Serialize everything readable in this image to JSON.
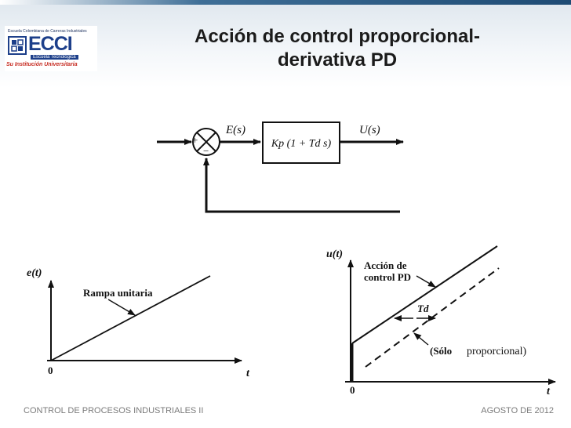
{
  "title": {
    "line1": "Acción de control proporcional-",
    "line2": "derivativa PD"
  },
  "logo": {
    "top_text": "Escuela Colombiana de Carreras Industriales",
    "name": "ECCI",
    "school": "Escuela Tecnológica",
    "tagline": "Su Institución Universitaria"
  },
  "block_diagram": {
    "error_label": "E(s)",
    "output_label": "U(s)",
    "plus_sign": "+",
    "minus_sign": "−",
    "controller_text": "Kp (1 + Td s)"
  },
  "ramp_plot": {
    "y_label": "e(t)",
    "x_label": "t",
    "origin": "0",
    "annotation": "Rampa unitaria"
  },
  "response_plot": {
    "y_label": "u(t)",
    "x_label": "t",
    "origin": "0",
    "annotation_line1": "Acción de",
    "annotation_line2": "control PD",
    "td_label": "Td",
    "prop_label_a": "(Sólo",
    "prop_label_b": "proporcional)"
  },
  "footer": {
    "left": "CONTROL DE PROCESOS INDUSTRIALES II",
    "right": "AGOSTO DE 2012"
  },
  "colors": {
    "title_text": "#1b1b1b",
    "logo_blue": "#1d3f8a",
    "logo_red": "#c62a20",
    "footer_text": "#7a7a7a",
    "diagram_ink": "#111111"
  }
}
